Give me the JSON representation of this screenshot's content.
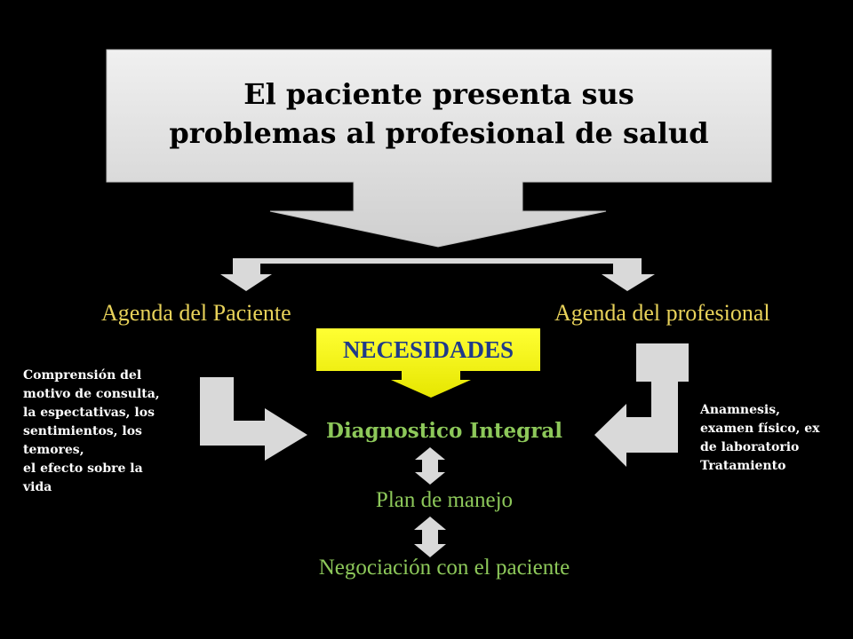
{
  "top_box": {
    "line1": "El paciente presenta sus",
    "line2": "problemas al profesional de salud"
  },
  "agenda_patient": "Agenda del Paciente",
  "agenda_professional": "Agenda del profesional",
  "needs_label": "NECESIDADES",
  "diagnosis": "Diagnostico Integral",
  "plan": "Plan de manejo",
  "negotiation": "Negociación con el paciente",
  "patient_items": [
    "Comprensión del",
    "motivo de consulta,",
    "la espectativas, los",
    "sentimientos, los",
    "temores,",
    "el efecto sobre la",
    "vida"
  ],
  "professional_items": [
    "Anamnesis,",
    "examen físico, ex",
    "de laboratorio",
    "Tratamiento"
  ],
  "colors": {
    "background": "#000000",
    "agenda_text": "#e8d25a",
    "green_text": "#8dc85a",
    "needs_bg": "#ffff00",
    "needs_text": "#1f3a8a",
    "arrow_fill": "#d9d9d9"
  }
}
